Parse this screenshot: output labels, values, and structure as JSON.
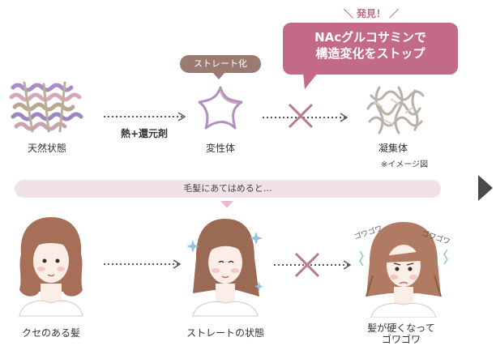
{
  "top_row": {
    "states": [
      {
        "label": "天然状態"
      },
      {
        "label": "変性体"
      },
      {
        "label": "凝集体"
      }
    ],
    "arrow_label": "熱+還元剤",
    "straighten_pill": "ストレート化",
    "discovery": "＼ 発見！ ／",
    "callout_line1": "NAcグルコサミンで",
    "callout_line2": "構造変化をストップ",
    "image_note": "※イメージ図"
  },
  "banner": {
    "text": "毛髪にあてはめると…"
  },
  "bottom_row": {
    "states": [
      {
        "label": "クセのある髪"
      },
      {
        "label": "ストレートの状態"
      },
      {
        "label": "髪が硬くなって"
      }
    ],
    "last_label_line2": "ゴワゴワ",
    "sfx1": "ゴワゴワ",
    "sfx2": "ゴワゴワ"
  },
  "colors": {
    "accent_pink": "#c26a86",
    "pill_brown": "#9b7a72",
    "banner_bg": "#f1e2ea",
    "cross": "#b77a93",
    "arrow": "#555555"
  }
}
